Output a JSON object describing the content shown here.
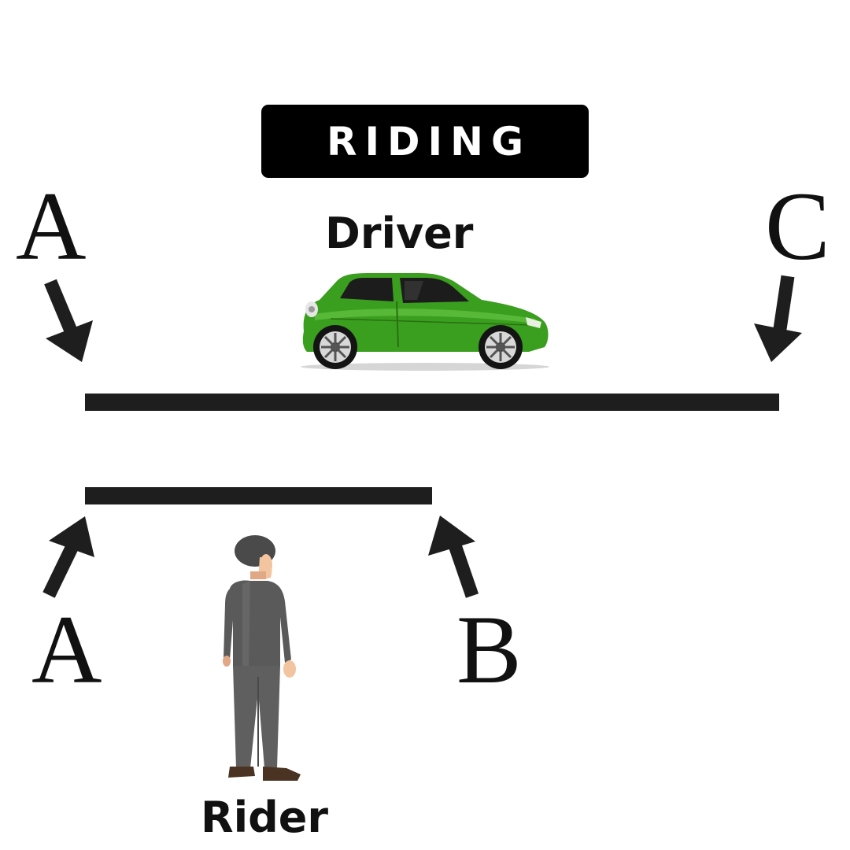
{
  "title": "RIDING",
  "driver_label": "Driver",
  "rider_label": "Rider",
  "driver_route": {
    "start_label": "A",
    "end_label": "C"
  },
  "rider_route": {
    "start_label": "A",
    "end_label": "B"
  },
  "colors": {
    "car": "#3a9e1e",
    "bars": "#1e1e1e",
    "title_bg": "#000000",
    "title_text": "#ffffff"
  },
  "icons": [
    "green-car-icon",
    "businessman-rider-icon",
    "arrow-icon"
  ]
}
